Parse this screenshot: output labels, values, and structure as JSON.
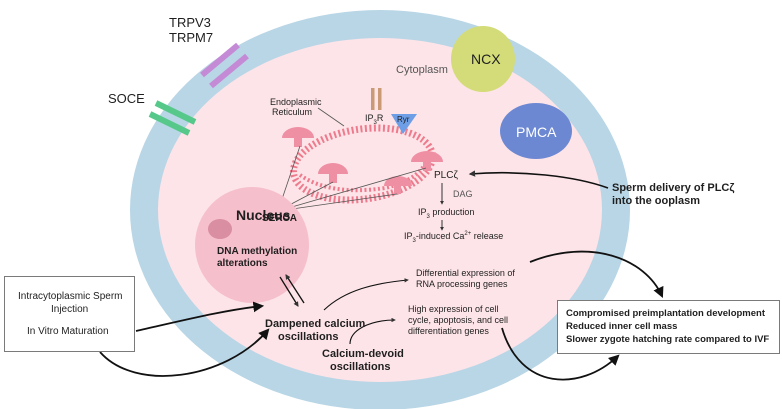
{
  "labels": {
    "channel_1": "TRPV3",
    "channel_2": "TRPM7",
    "soce": "SOCE",
    "ncx": "NCX",
    "pmca": "PMCA",
    "cytoplasm": "Cytoplasm",
    "er_line1": "Endoplasmic",
    "er_line2": "Reticulum",
    "ip3r_base": "IP",
    "ip3r_sub": "3",
    "ip3r_end": "R",
    "ryr": "Ryr",
    "serca": "SERCA",
    "nucleus": "Nucleus",
    "dna_line1": "DNA methylation",
    "dna_line2": "alterations",
    "plc": "PLCζ",
    "dag": "DAG",
    "ip3_prod_base": "IP",
    "ip3_prod_sub": "3",
    "ip3_prod_end": " production",
    "ca_release_base": "IP",
    "ca_release_sub": "3",
    "ca_release_mid": "-induced Ca",
    "ca_release_sup": "2+",
    "ca_release_end": " release",
    "sperm_line1": "Sperm delivery of PLCζ",
    "sperm_line2": "into the ooplasm",
    "diff_line1": "Differential expression of",
    "diff_line2": "RNA processing genes",
    "high_line1": "High expression of cell",
    "high_line2": "cycle, apoptosis, and cell",
    "high_line3": "differentiation genes",
    "damp_line1": "Dampened calcium",
    "damp_line2": "oscillations",
    "devoid_line1": "Calcium-devoid",
    "devoid_line2": "oscillations"
  },
  "left_box": {
    "line1": "Intracytoplasmic Sperm",
    "line2": "Injection",
    "line3": "In Vitro Maturation"
  },
  "right_box": {
    "line1": "Compromised preimplantation development",
    "line2": "Reduced inner cell mass",
    "line3": "Slower zygote hatching rate compared to IVF"
  },
  "colors": {
    "cell_membrane": "#b9d6e6",
    "cytoplasm": "#fde4e8",
    "nucleus": "#f6bfcc",
    "nucleolus": "#d98ea1",
    "er": "#ee7b8d",
    "channel_trp": "#c58ad6",
    "channel_soce": "#56c98a",
    "ncx": "#d3dc78",
    "pmca": "#6d88d3",
    "ryr": "#6e9fe6",
    "ip3r": "#c99a73"
  }
}
